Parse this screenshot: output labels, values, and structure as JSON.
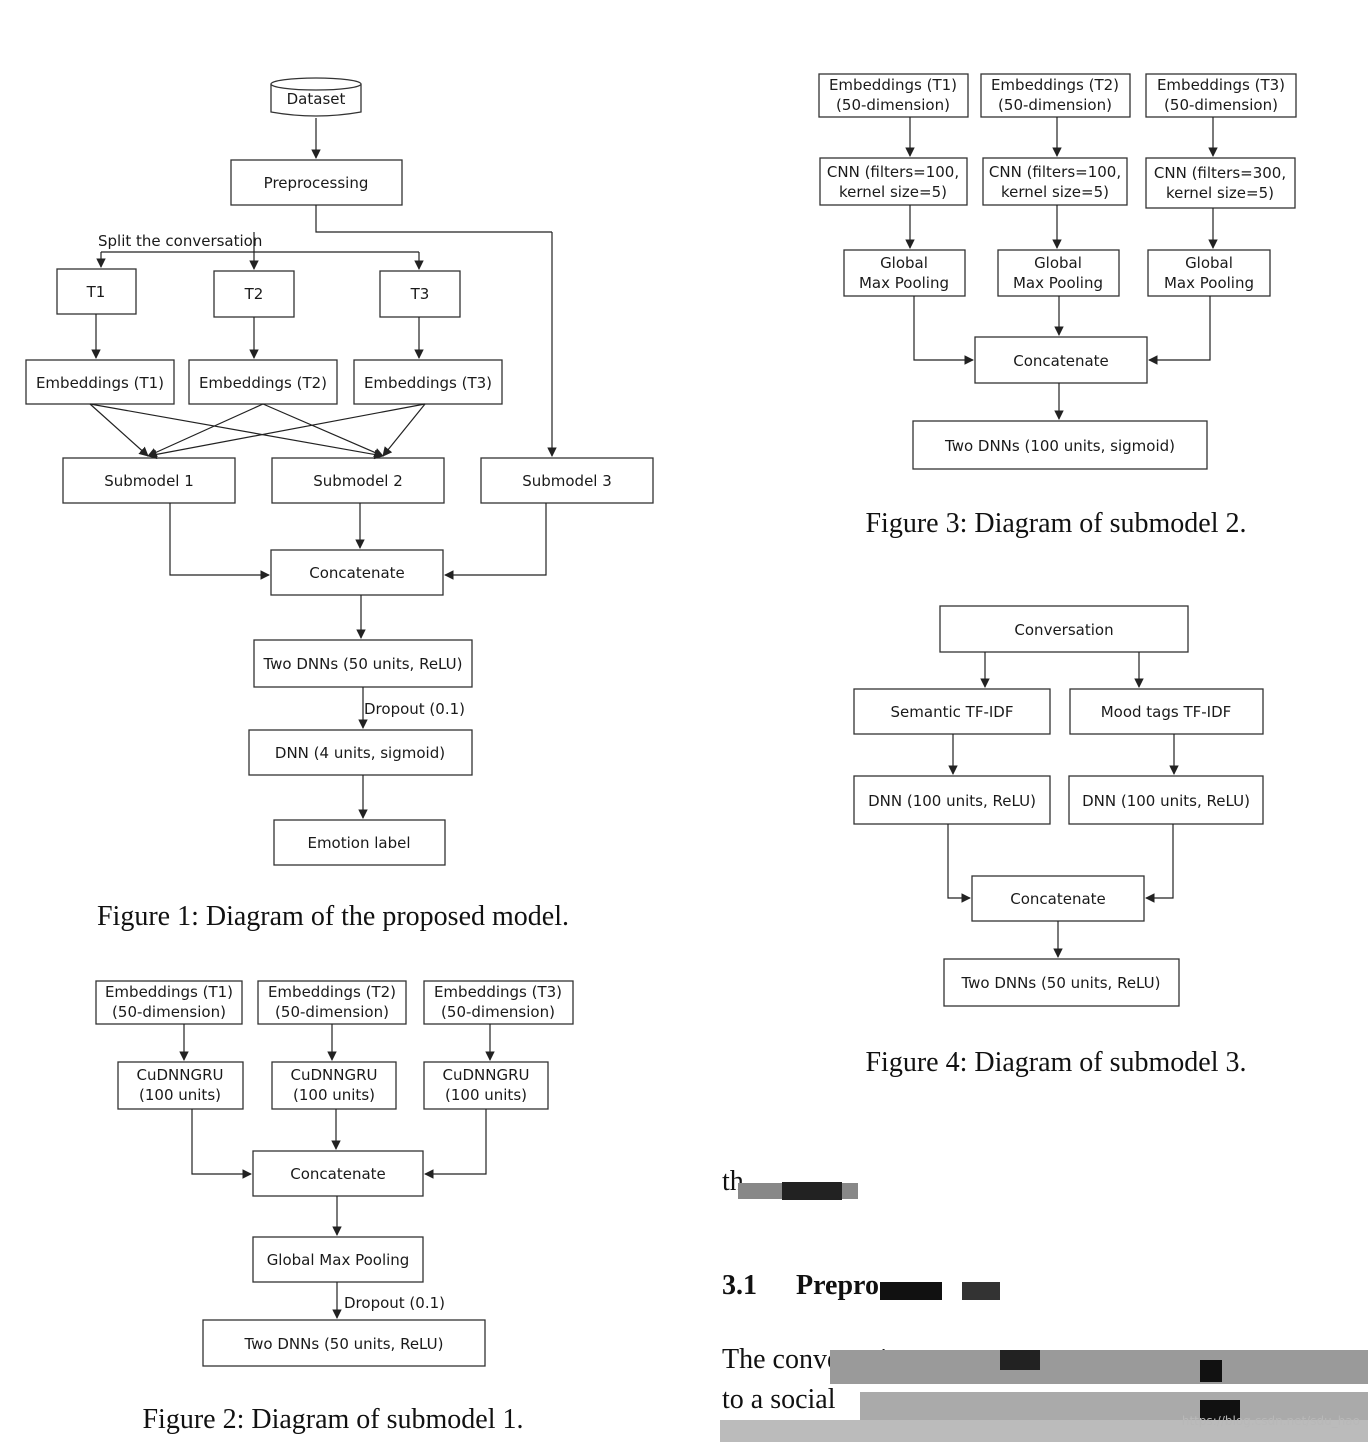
{
  "figure1": {
    "caption": "Figure 1: Diagram of the proposed model.",
    "dataset": "Dataset",
    "preprocessing": "Preprocessing",
    "split_label": "Split the conversation",
    "t1": "T1",
    "t2": "T2",
    "t3": "T3",
    "emb_t1": "Embeddings (T1)",
    "emb_t2": "Embeddings (T2)",
    "emb_t3": "Embeddings (T3)",
    "sub1": "Submodel 1",
    "sub2": "Submodel 2",
    "sub3": "Submodel 3",
    "concat": "Concatenate",
    "dnn2": "Two DNNs (50 units, ReLU)",
    "dropout": "Dropout (0.1)",
    "dnn4": "DNN (4 units, sigmoid)",
    "label": "Emotion label"
  },
  "figure2": {
    "caption": "Figure 2: Diagram of submodel 1.",
    "emb1": [
      "Embeddings (T1)",
      "(50-dimension)"
    ],
    "emb2": [
      "Embeddings (T2)",
      "(50-dimension)"
    ],
    "emb3": [
      "Embeddings (T3)",
      "(50-dimension)"
    ],
    "gru1": [
      "CuDNNGRU",
      "(100 units)"
    ],
    "gru2": [
      "CuDNNGRU",
      "(100 units)"
    ],
    "gru3": [
      "CuDNNGRU",
      "(100 units)"
    ],
    "concat": "Concatenate",
    "pool": "Global Max Pooling",
    "dropout": "Dropout (0.1)",
    "dnn": "Two DNNs (50 units, ReLU)"
  },
  "figure3": {
    "caption": "Figure 3: Diagram of submodel 2.",
    "emb1": [
      "Embeddings (T1)",
      "(50-dimension)"
    ],
    "emb2": [
      "Embeddings (T2)",
      "(50-dimension)"
    ],
    "emb3": [
      "Embeddings (T3)",
      "(50-dimension)"
    ],
    "cnn1": [
      "CNN (filters=100,",
      "kernel size=5)"
    ],
    "cnn2": [
      "CNN (filters=100,",
      "kernel size=5)"
    ],
    "cnn3": [
      "CNN (filters=300,",
      "kernel size=5)"
    ],
    "pool1": [
      "Global",
      "Max Pooling"
    ],
    "pool2": [
      "Global",
      "Max Pooling"
    ],
    "pool3": [
      "Global",
      "Max Pooling"
    ],
    "concat": "Concatenate",
    "dnn": "Two DNNs (100 units, sigmoid)"
  },
  "figure4": {
    "caption": "Figure 4: Diagram of submodel 3.",
    "conv": "Conversation",
    "sem": "Semantic TF-IDF",
    "mood": "Mood tags TF-IDF",
    "dnn_l": "DNN (100 units, ReLU)",
    "dnn_r": "DNN (100 units, ReLU)",
    "concat": "Concatenate",
    "dnn": "Two DNNs (50 units, ReLU)"
  },
  "body": {
    "frag1": "th",
    "heading_num": "3.1",
    "heading": "Prepro",
    "line1": "The conversation",
    "line2": "to a social"
  },
  "watermark": "https://blog.csdn.net/sdu_hao"
}
